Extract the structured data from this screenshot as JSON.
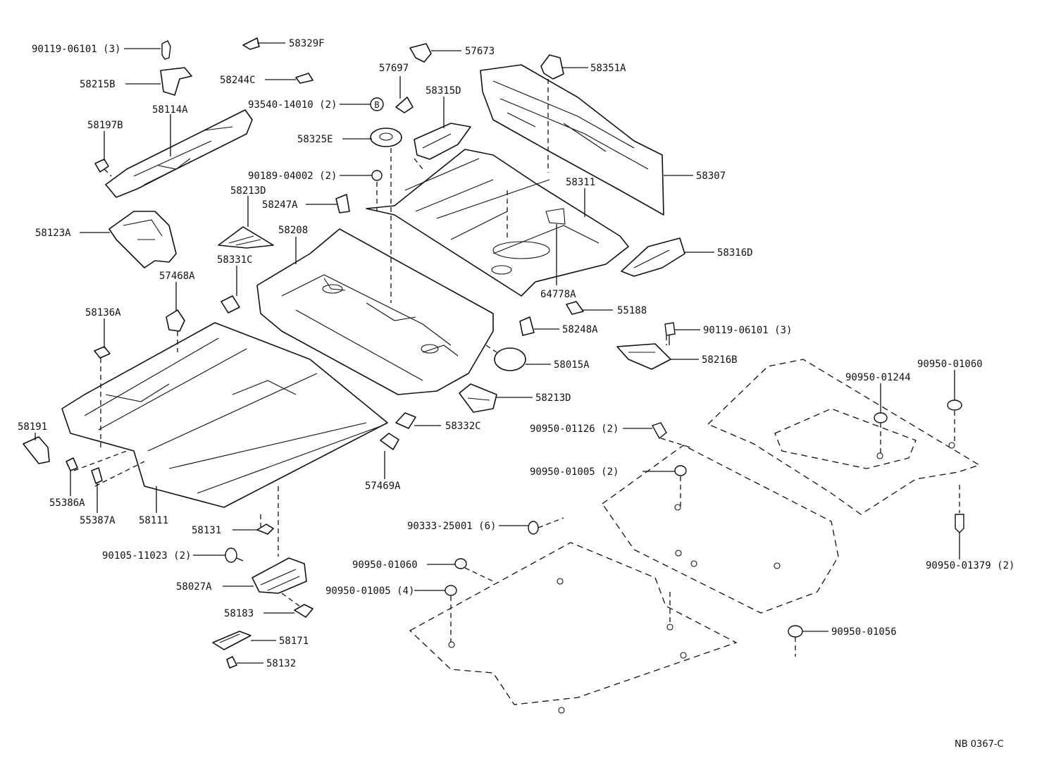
{
  "diagram": {
    "code": "NB 0367-C",
    "callout_symbol": "B",
    "labels": [
      "90119-06101 (3)",
      "58329F",
      "57673",
      "58215B",
      "58244C",
      "57697",
      "58351A",
      "93540-14010 (2)",
      "58315D",
      "58114A",
      "58197B",
      "58325E",
      "58307",
      "90189-04002 (2)",
      "58311",
      "58213D",
      "58247A",
      "58123A",
      "58208",
      "58316D",
      "58331C",
      "57468A",
      "64778A",
      "58136A",
      "55188",
      "58248A",
      "90119-06101 (3)",
      "58015A",
      "58216B",
      "90950-01244",
      "90950-01060",
      "58213D",
      "58191",
      "58332C",
      "90950-01126 (2)",
      "57469A",
      "90950-01005 (2)",
      "55386A",
      "55387A",
      "58111",
      "58131",
      "90333-25001 (6)",
      "90105-11023 (2)",
      "90950-01060",
      "90950-01379 (2)",
      "58027A",
      "90950-01005 (4)",
      "58183",
      "90950-01056",
      "58171",
      "58132"
    ]
  }
}
